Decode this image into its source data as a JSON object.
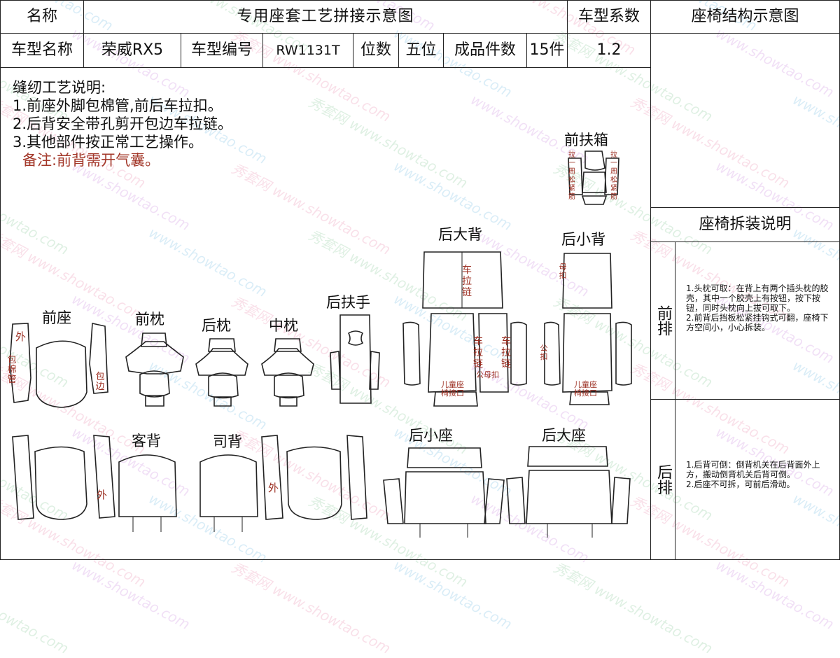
{
  "header": {
    "name_label": "名称",
    "title": "专用座套工艺拼接示意图",
    "coef_label": "车型系数",
    "struct_title": "座椅结构示意图"
  },
  "info": {
    "model_name_label": "车型名称",
    "model_name": "荣威RX5",
    "model_code_label": "车型编号",
    "model_code": "RW1131T",
    "seats_label": "位数",
    "seats": "五位",
    "pieces_label": "成品件数",
    "pieces": "15件",
    "coef": "1.2"
  },
  "notes": {
    "heading": "缝纫工艺说明:",
    "line1": "1.前座外脚包棉管,前后车拉扣。",
    "line2": "2.后背安全带孔剪开包边车拉链。",
    "line3": "3.其他部件按正常工艺操作。",
    "remark": "备注:前背需开气囊。"
  },
  "parts": {
    "front_seat": "前座",
    "front_pillow": "前枕",
    "rear_pillow": "后枕",
    "mid_pillow": "中枕",
    "rear_armrest": "后扶手",
    "rear_big_back": "后大背",
    "rear_small_back": "后小背",
    "front_armbox": "前扶箱",
    "passenger_back": "客背",
    "driver_back": "司背",
    "rear_small_seat": "后小座",
    "rear_big_seat": "后大座"
  },
  "marks": {
    "wai": "外",
    "bao_mian_guan": "包棉管",
    "bao_bian": "包边",
    "che_la_lian": "车拉链",
    "gong_mu_kou": "公母扣",
    "mu_kou": "母扣",
    "gong_kou": "公扣",
    "child_seat_1": "儿童座",
    "child_seat_2": "椅接口",
    "la_zhou_song_jin": "拉一周松紧筋"
  },
  "disassembly": {
    "title": "座椅拆装说明",
    "front_label": "前排",
    "front_text": "1.头枕可取：在背上有两个插头枕的胶壳，其中一个胶壳上有按钮，按下按钮，同时头枕向上拔可取下。\n2.前背后挡板松紧挂钩式可翻，座椅下方空间小，小心拆装。",
    "rear_label": "后排",
    "rear_text": "1.后背可倒：倒背机关在后背面外上方，搬动倒背机关后背可倒。\n2.后座不可拆，可前后滑动。"
  },
  "watermark": {
    "text1": "秀套网",
    "text2": "www.showtao.com"
  },
  "colors": {
    "line": "#222222",
    "red_mark": "#9b2d20",
    "remark": "#a3382a"
  }
}
